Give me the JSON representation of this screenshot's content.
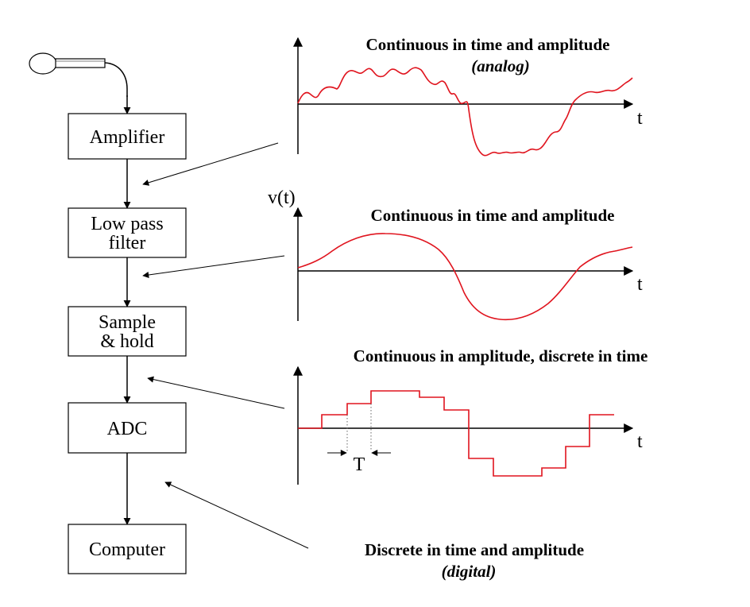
{
  "blocks": {
    "amplifier": "Amplifier",
    "low_pass_line1": "Low pass",
    "low_pass_line2": "filter",
    "sample_line1": "Sample",
    "sample_line2": "& hold",
    "adc": "ADC",
    "computer": "Computer"
  },
  "panels": {
    "analog_title": "Continuous in time and amplitude",
    "analog_subtitle": "(analog)",
    "filtered_title": "Continuous in time and amplitude",
    "sampled_title": "Continuous in amplitude, discrete in time",
    "digital_title": "Discrete in time and amplitude",
    "digital_subtitle": "(digital)"
  },
  "axes": {
    "time_label": "t",
    "voltage_label": "v(t)",
    "period_label": "T"
  },
  "colors": {
    "signal": "#e0141e",
    "ink": "#000000"
  },
  "icons": {
    "microphone": "microphone-icon"
  }
}
